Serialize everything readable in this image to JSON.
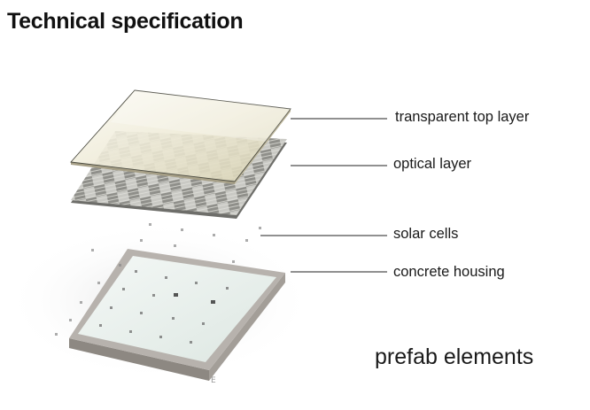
{
  "title": "Technical specification",
  "layers": [
    {
      "label": "transparent top layer"
    },
    {
      "label": "optical layer"
    },
    {
      "label": "solar cells"
    },
    {
      "label": "concrete housing"
    }
  ],
  "caption": "prefab elements",
  "colors": {
    "text": "#1a1a1a",
    "leader_line": "#222222",
    "glass": "#e6e0c4",
    "optical_pattern": "#8c8c8c",
    "housing_frame": "#b7b2ad",
    "housing_panel": "#e7efeb"
  }
}
